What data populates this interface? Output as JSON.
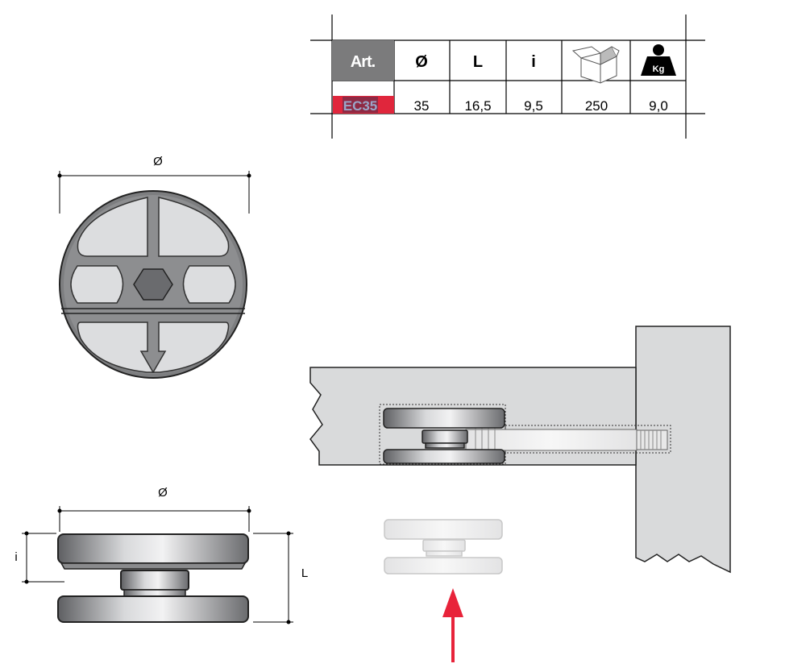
{
  "spec_table": {
    "headers": [
      "Art.",
      "Ø",
      "L",
      "i"
    ],
    "header_icons": [
      "box-icon",
      "weight-kg-icon"
    ],
    "weight_icon_label": "Kg",
    "row": {
      "art": "EC35",
      "diameter": "35",
      "length": "16,5",
      "i": "9,5",
      "box_qty": "250",
      "weight": "9,0"
    }
  },
  "dimension_labels": {
    "top_diameter": "Ø",
    "side_diameter": "Ø",
    "side_i": "i",
    "side_length": "L"
  },
  "colors": {
    "header_gray": "#7b7b7c",
    "art_red": "#e0263c",
    "art_text": "#9aa6c8",
    "arrow_red": "#e8233a",
    "part_gray": "#8a8b8d",
    "panel_gray": "#d9dadb"
  }
}
